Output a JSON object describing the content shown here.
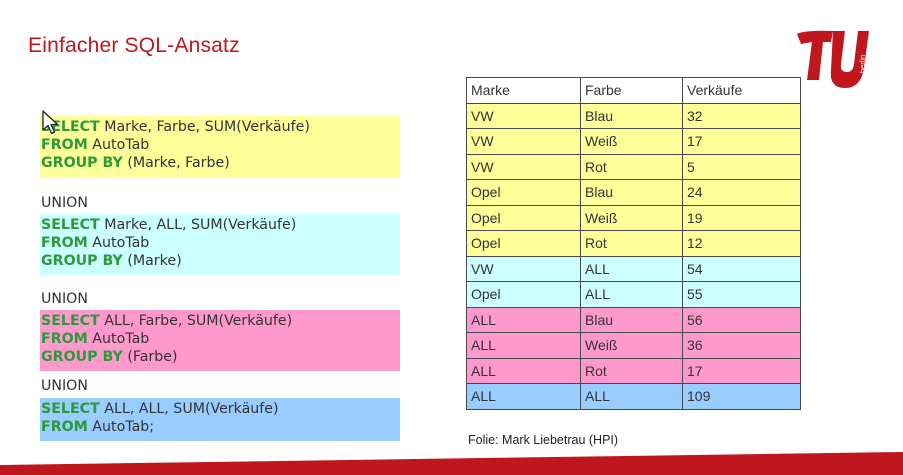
{
  "slide": {
    "title": "Einfacher SQL-Ansatz",
    "credit": "Folie: Mark Liebetrau (HPI)",
    "colors": {
      "title": "#c0161d",
      "keyword": "#2a9a3a",
      "yellow": "#ffff99",
      "cyan": "#ccffff",
      "pink": "#ff99cc",
      "blue": "#99ccff",
      "footer": "#c0161d"
    }
  },
  "logo": {
    "text": "berlin",
    "icon": "tu-berlin-logo"
  },
  "sql": {
    "union_keyword": "UNION",
    "blocks": [
      {
        "select_kw": "SELECT",
        "select_rest": " Marke, Farbe, SUM(Verkäufe)",
        "from_kw": "FROM",
        "from_rest": " AutoTab",
        "group_kw": "GROUP BY",
        "group_rest": " (Marke, Farbe)"
      },
      {
        "select_kw": "SELECT",
        "select_rest": " Marke, ALL, SUM(Verkäufe)",
        "from_kw": "FROM",
        "from_rest": " AutoTab",
        "group_kw": "GROUP BY",
        "group_rest": " (Marke)"
      },
      {
        "select_kw": "SELECT",
        "select_rest": " ALL, Farbe, SUM(Verkäufe)",
        "from_kw": "FROM",
        "from_rest": " AutoTab",
        "group_kw": "GROUP BY",
        "group_rest": " (Farbe)"
      },
      {
        "select_kw": "SELECT",
        "select_rest": " ALL, ALL, SUM(Verkäufe)",
        "from_kw": "FROM",
        "from_rest": " AutoTab;"
      }
    ]
  },
  "table": {
    "headers": [
      "Marke",
      "Farbe",
      "Verkäufe"
    ],
    "rows": [
      [
        "VW",
        "Blau",
        "32"
      ],
      [
        "VW",
        "Weiß",
        "17"
      ],
      [
        "VW",
        "Rot",
        "5"
      ],
      [
        "Opel",
        "Blau",
        "24"
      ],
      [
        "Opel",
        "Weiß",
        "19"
      ],
      [
        "Opel",
        "Rot",
        "12"
      ],
      [
        "VW",
        "ALL",
        "54"
      ],
      [
        "Opel",
        "ALL",
        "55"
      ],
      [
        "ALL",
        "Blau",
        "56"
      ],
      [
        "ALL",
        "Weiß",
        "36"
      ],
      [
        "ALL",
        "Rot",
        "17"
      ],
      [
        "ALL",
        "ALL",
        "109"
      ]
    ]
  }
}
